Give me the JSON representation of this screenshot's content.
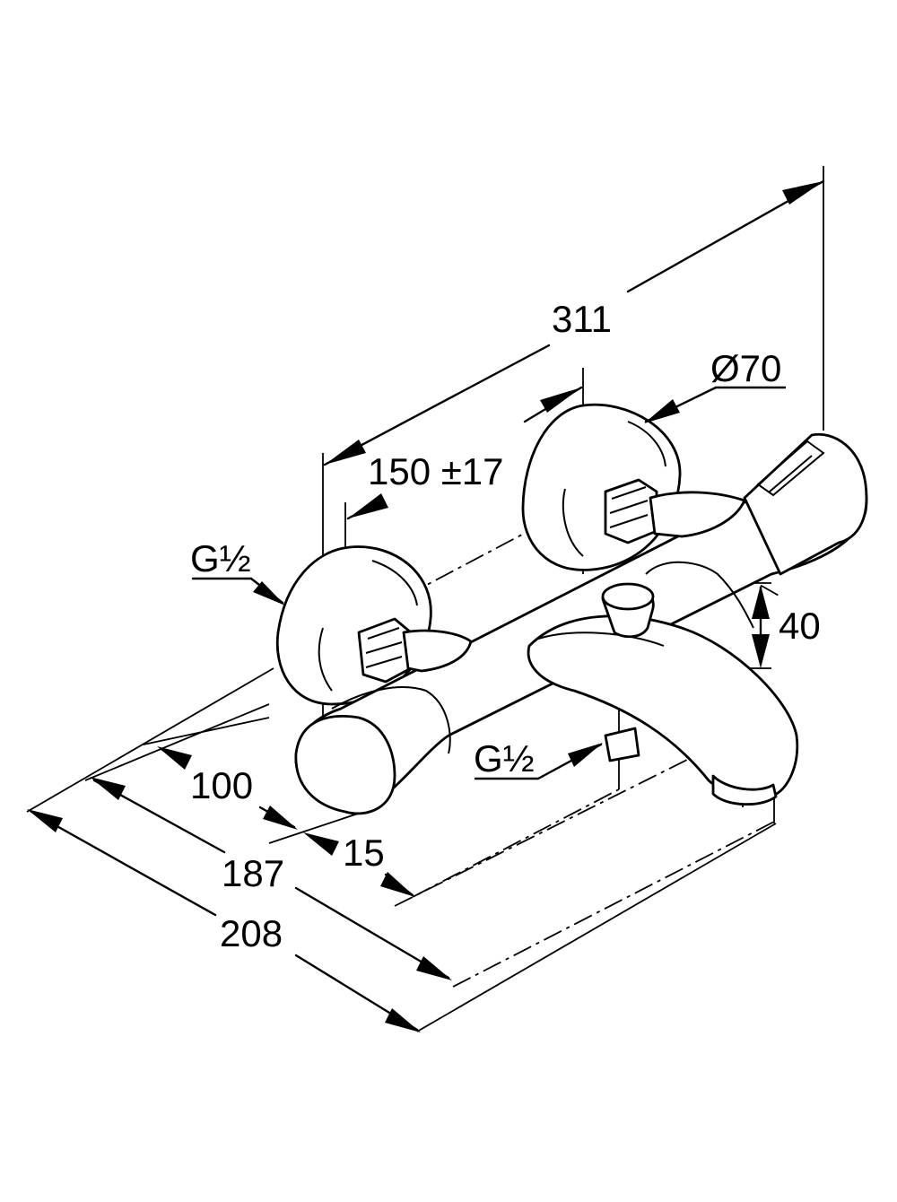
{
  "dimensions": {
    "overall_length": "311",
    "centre_distance": "150 ±17",
    "rosette_diameter": "Ø70",
    "inlet_thread": "G½",
    "outlet_thread": "G½",
    "height": "40",
    "depth_100": "100",
    "offset_15": "15",
    "depth_187": "187",
    "depth_208": "208"
  }
}
